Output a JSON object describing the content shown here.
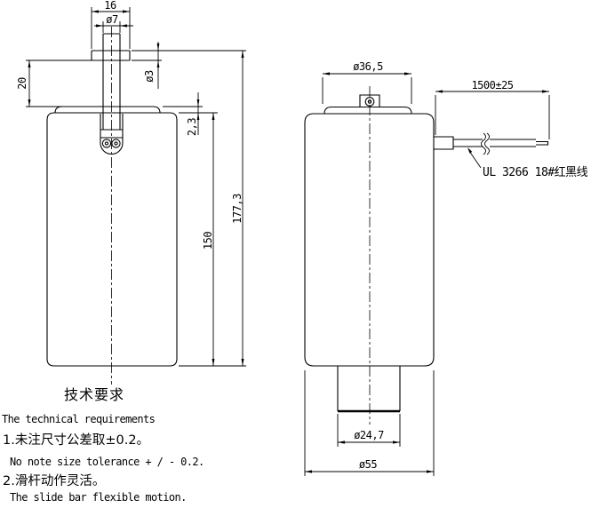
{
  "colors": {
    "line": "#000000",
    "background": "#ffffff"
  },
  "front_view": {
    "dim_16": "16",
    "dim_dia7": "ø7",
    "dim_20": "20",
    "dim_dia3": "ø3",
    "dim_2_3": "2,3",
    "dim_150": "150",
    "dim_177_3": "177,3"
  },
  "side_view": {
    "dim_dia36_5": "ø36,5",
    "dim_wire_length": "1500±25",
    "dim_dia24_7": "ø24,7",
    "dim_dia55": "ø55",
    "wire_label": "UL 3266 18#红黑线"
  },
  "notes": {
    "title_zh": "技术要求",
    "title_en": "The technical requirements",
    "item1_zh": "1.未注尺寸公差取±0.2。",
    "item1_en": "No note size tolerance + / - 0.2.",
    "item2_zh": "2.滑杆动作灵活。",
    "item2_en": "The slide bar flexible motion."
  }
}
